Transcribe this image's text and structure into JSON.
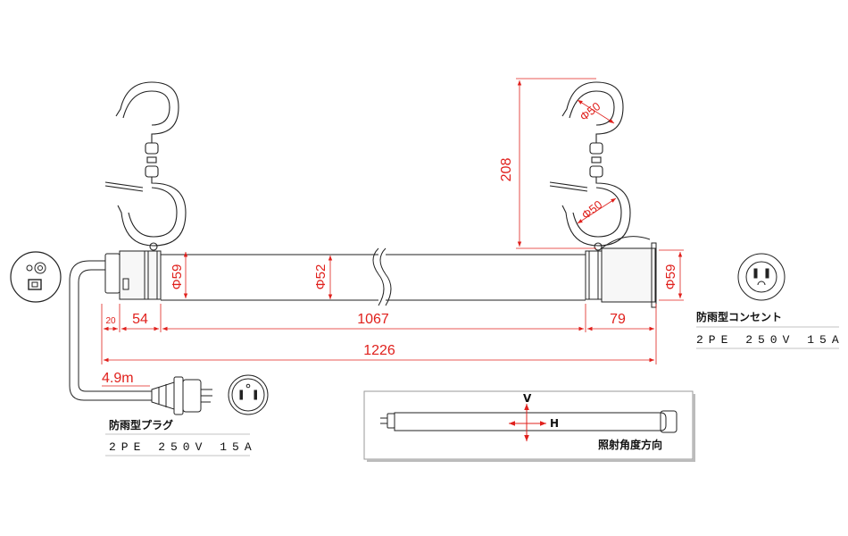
{
  "dimensions": {
    "hook_height": "208",
    "hook_dia_top": "Φ50",
    "hook_dia_bottom": "Φ50",
    "cap_dia_left": "Φ59",
    "tube_dia": "Φ52",
    "cap_dia_right": "Φ59",
    "offset": "20",
    "left_cap_len": "54",
    "tube_len": "1067",
    "right_cap_len": "79",
    "total_len": "1226",
    "cord_len": "4.9m"
  },
  "outlet": {
    "title": "防雨型コンセント",
    "spec": "2PE 250V 15A"
  },
  "plug": {
    "title": "防雨型プラグ",
    "spec": "2PE 250V 15A"
  },
  "inset": {
    "v_label": "V",
    "h_label": "H",
    "caption": "照射角度方向"
  },
  "colors": {
    "dimension": "#e0201c",
    "line": "#222222"
  }
}
